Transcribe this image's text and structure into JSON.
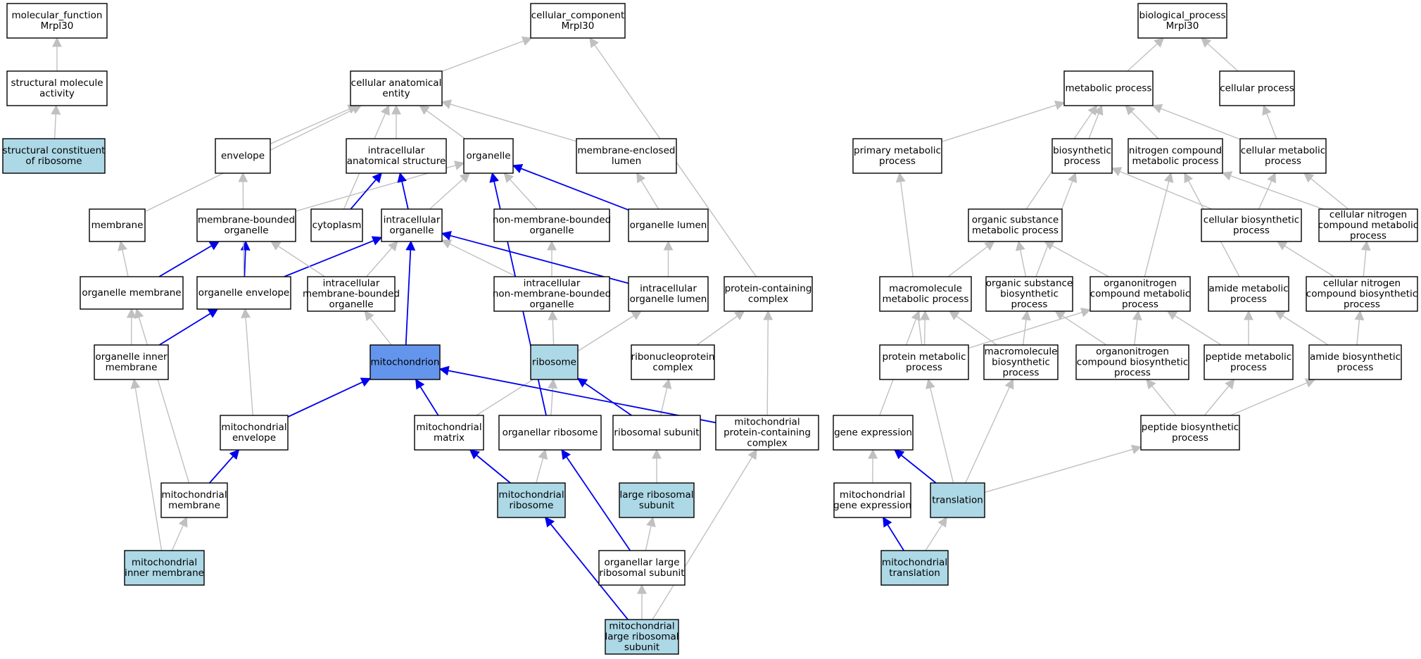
{
  "colors": {
    "default_fill": "#ffffff",
    "leaf_fill": "#add8e6",
    "focus_fill": "#6495ed",
    "edge_gray": "#c0c0c0",
    "edge_blue": "#0000ee"
  },
  "nodes": [
    {
      "id": "mf",
      "lines": [
        "molecular_function",
        "Mrpl30"
      ],
      "kind": "default"
    },
    {
      "id": "sma",
      "lines": [
        "structural molecule",
        "activity"
      ],
      "kind": "default"
    },
    {
      "id": "scr",
      "lines": [
        "structural constituent",
        "of ribosome"
      ],
      "kind": "leaf"
    },
    {
      "id": "cc",
      "lines": [
        "cellular_component",
        "Mrpl30"
      ],
      "kind": "default"
    },
    {
      "id": "cae",
      "lines": [
        "cellular anatomical",
        "entity"
      ],
      "kind": "default"
    },
    {
      "id": "env",
      "lines": [
        "envelope"
      ],
      "kind": "default"
    },
    {
      "id": "ias",
      "lines": [
        "intracellular",
        "anatomical structure"
      ],
      "kind": "default"
    },
    {
      "id": "org",
      "lines": [
        "organelle"
      ],
      "kind": "default"
    },
    {
      "id": "mel",
      "lines": [
        "membrane-enclosed",
        "lumen"
      ],
      "kind": "default"
    },
    {
      "id": "mem",
      "lines": [
        "membrane"
      ],
      "kind": "default"
    },
    {
      "id": "mbo",
      "lines": [
        "membrane-bounded",
        "organelle"
      ],
      "kind": "default"
    },
    {
      "id": "cyt",
      "lines": [
        "cytoplasm"
      ],
      "kind": "default"
    },
    {
      "id": "io",
      "lines": [
        "intracellular",
        "organelle"
      ],
      "kind": "default"
    },
    {
      "id": "nmbo",
      "lines": [
        "non-membrane-bounded",
        "organelle"
      ],
      "kind": "default"
    },
    {
      "id": "ol",
      "lines": [
        "organelle lumen"
      ],
      "kind": "default"
    },
    {
      "id": "om",
      "lines": [
        "organelle membrane"
      ],
      "kind": "default"
    },
    {
      "id": "oe",
      "lines": [
        "organelle envelope"
      ],
      "kind": "default"
    },
    {
      "id": "imbo",
      "lines": [
        "intracellular",
        "membrane-bounded",
        "organelle"
      ],
      "kind": "default"
    },
    {
      "id": "inmbo",
      "lines": [
        "intracellular",
        "non-membrane-bounded",
        "organelle"
      ],
      "kind": "default"
    },
    {
      "id": "iol",
      "lines": [
        "intracellular",
        "organelle lumen"
      ],
      "kind": "default"
    },
    {
      "id": "pcc",
      "lines": [
        "protein-containing",
        "complex"
      ],
      "kind": "default"
    },
    {
      "id": "oim",
      "lines": [
        "organelle inner",
        "membrane"
      ],
      "kind": "default"
    },
    {
      "id": "mito",
      "lines": [
        "mitochondrion"
      ],
      "kind": "focus"
    },
    {
      "id": "ribo",
      "lines": [
        "ribosome"
      ],
      "kind": "leaf"
    },
    {
      "id": "rnp",
      "lines": [
        "ribonucleoprotein",
        "complex"
      ],
      "kind": "default"
    },
    {
      "id": "menv",
      "lines": [
        "mitochondrial",
        "envelope"
      ],
      "kind": "default"
    },
    {
      "id": "mmat",
      "lines": [
        "mitochondrial",
        "matrix"
      ],
      "kind": "default"
    },
    {
      "id": "oribo",
      "lines": [
        "organellar ribosome"
      ],
      "kind": "default"
    },
    {
      "id": "rsub",
      "lines": [
        "ribosomal subunit"
      ],
      "kind": "default"
    },
    {
      "id": "mpcc",
      "lines": [
        "mitochondrial",
        "protein-containing",
        "complex"
      ],
      "kind": "default"
    },
    {
      "id": "mmem",
      "lines": [
        "mitochondrial",
        "membrane"
      ],
      "kind": "default"
    },
    {
      "id": "mribo",
      "lines": [
        "mitochondrial",
        "ribosome"
      ],
      "kind": "leaf"
    },
    {
      "id": "lrs",
      "lines": [
        "large ribosomal",
        "subunit"
      ],
      "kind": "leaf"
    },
    {
      "id": "mim",
      "lines": [
        "mitochondrial",
        "inner membrane"
      ],
      "kind": "leaf"
    },
    {
      "id": "olrs",
      "lines": [
        "organellar large",
        "ribosomal subunit"
      ],
      "kind": "default"
    },
    {
      "id": "mlrs",
      "lines": [
        "mitochondrial",
        "large ribosomal",
        "subunit"
      ],
      "kind": "leaf"
    },
    {
      "id": "bp",
      "lines": [
        "biological_process",
        "Mrpl30"
      ],
      "kind": "default"
    },
    {
      "id": "metp",
      "lines": [
        "metabolic process"
      ],
      "kind": "default"
    },
    {
      "id": "cellp",
      "lines": [
        "cellular process"
      ],
      "kind": "default"
    },
    {
      "id": "pmp",
      "lines": [
        "primary metabolic",
        "process"
      ],
      "kind": "default"
    },
    {
      "id": "biop",
      "lines": [
        "biosynthetic",
        "process"
      ],
      "kind": "default"
    },
    {
      "id": "ncmp",
      "lines": [
        "nitrogen compound",
        "metabolic process"
      ],
      "kind": "default"
    },
    {
      "id": "cmp",
      "lines": [
        "cellular metabolic",
        "process"
      ],
      "kind": "default"
    },
    {
      "id": "osmp",
      "lines": [
        "organic substance",
        "metabolic process"
      ],
      "kind": "default"
    },
    {
      "id": "cbp",
      "lines": [
        "cellular biosynthetic",
        "process"
      ],
      "kind": "default"
    },
    {
      "id": "cncmp",
      "lines": [
        "cellular nitrogen",
        "compound metabolic",
        "process"
      ],
      "kind": "default"
    },
    {
      "id": "macmp",
      "lines": [
        "macromolecule",
        "metabolic process"
      ],
      "kind": "default"
    },
    {
      "id": "osbp",
      "lines": [
        "organic substance",
        "biosynthetic",
        "process"
      ],
      "kind": "default"
    },
    {
      "id": "oncmp",
      "lines": [
        "organonitrogen",
        "compound metabolic",
        "process"
      ],
      "kind": "default"
    },
    {
      "id": "amp",
      "lines": [
        "amide metabolic",
        "process"
      ],
      "kind": "default"
    },
    {
      "id": "cncbp",
      "lines": [
        "cellular nitrogen",
        "compound biosynthetic",
        "process"
      ],
      "kind": "default"
    },
    {
      "id": "protmp",
      "lines": [
        "protein metabolic",
        "process"
      ],
      "kind": "default"
    },
    {
      "id": "macbp",
      "lines": [
        "macromolecule",
        "biosynthetic",
        "process"
      ],
      "kind": "default"
    },
    {
      "id": "oncbp",
      "lines": [
        "organonitrogen",
        "compound biosynthetic",
        "process"
      ],
      "kind": "default"
    },
    {
      "id": "pepmp",
      "lines": [
        "peptide metabolic",
        "process"
      ],
      "kind": "default"
    },
    {
      "id": "abp",
      "lines": [
        "amide biosynthetic",
        "process"
      ],
      "kind": "default"
    },
    {
      "id": "ge",
      "lines": [
        "gene expression"
      ],
      "kind": "default"
    },
    {
      "id": "pepbp",
      "lines": [
        "peptide biosynthetic",
        "process"
      ],
      "kind": "default"
    },
    {
      "id": "mge",
      "lines": [
        "mitochondrial",
        "gene expression"
      ],
      "kind": "default"
    },
    {
      "id": "trans",
      "lines": [
        "translation"
      ],
      "kind": "leaf"
    },
    {
      "id": "mtrans",
      "lines": [
        "mitochondrial",
        "translation"
      ],
      "kind": "leaf"
    }
  ],
  "edges": [
    {
      "from": "sma",
      "to": "mf",
      "color": "gray"
    },
    {
      "from": "scr",
      "to": "sma",
      "color": "gray"
    },
    {
      "from": "cae",
      "to": "cc",
      "color": "gray"
    },
    {
      "from": "pcc",
      "to": "cc",
      "color": "gray"
    },
    {
      "from": "env",
      "to": "cae",
      "color": "gray"
    },
    {
      "from": "ias",
      "to": "cae",
      "color": "gray"
    },
    {
      "from": "org",
      "to": "cae",
      "color": "gray"
    },
    {
      "from": "mel",
      "to": "cae",
      "color": "gray"
    },
    {
      "from": "mem",
      "to": "cae",
      "color": "gray"
    },
    {
      "from": "cyt",
      "to": "cae",
      "color": "gray"
    },
    {
      "from": "mbo",
      "to": "org",
      "color": "gray"
    },
    {
      "from": "io",
      "to": "org",
      "color": "gray"
    },
    {
      "from": "nmbo",
      "to": "org",
      "color": "gray"
    },
    {
      "from": "ol",
      "to": "org",
      "color": "blue"
    },
    {
      "from": "ol",
      "to": "mel",
      "color": "gray"
    },
    {
      "from": "cyt",
      "to": "ias",
      "color": "blue"
    },
    {
      "from": "io",
      "to": "ias",
      "color": "blue"
    },
    {
      "from": "om",
      "to": "mem",
      "color": "gray"
    },
    {
      "from": "om",
      "to": "mbo",
      "color": "blue"
    },
    {
      "from": "oe",
      "to": "mbo",
      "color": "blue"
    },
    {
      "from": "oe",
      "to": "env",
      "color": "gray"
    },
    {
      "from": "oe",
      "to": "io",
      "color": "blue"
    },
    {
      "from": "imbo",
      "to": "mbo",
      "color": "gray"
    },
    {
      "from": "imbo",
      "to": "io",
      "color": "gray"
    },
    {
      "from": "inmbo",
      "to": "io",
      "color": "gray"
    },
    {
      "from": "inmbo",
      "to": "nmbo",
      "color": "gray"
    },
    {
      "from": "iol",
      "to": "io",
      "color": "blue"
    },
    {
      "from": "iol",
      "to": "ol",
      "color": "gray"
    },
    {
      "from": "oim",
      "to": "oe",
      "color": "blue"
    },
    {
      "from": "oim",
      "to": "om",
      "color": "gray"
    },
    {
      "from": "mito",
      "to": "imbo",
      "color": "gray"
    },
    {
      "from": "mito",
      "to": "io",
      "color": "blue"
    },
    {
      "from": "ribo",
      "to": "inmbo",
      "color": "gray"
    },
    {
      "from": "rnp",
      "to": "pcc",
      "color": "gray"
    },
    {
      "from": "menv",
      "to": "mito",
      "color": "blue"
    },
    {
      "from": "menv",
      "to": "oe",
      "color": "gray"
    },
    {
      "from": "mmat",
      "to": "mito",
      "color": "blue"
    },
    {
      "from": "mmat",
      "to": "iol",
      "color": "gray"
    },
    {
      "from": "oribo",
      "to": "ribo",
      "color": "gray"
    },
    {
      "from": "oribo",
      "to": "org",
      "color": "blue"
    },
    {
      "from": "rsub",
      "to": "ribo",
      "color": "blue"
    },
    {
      "from": "rsub",
      "to": "rnp",
      "color": "gray"
    },
    {
      "from": "mpcc",
      "to": "mito",
      "color": "blue"
    },
    {
      "from": "mpcc",
      "to": "pcc",
      "color": "gray"
    },
    {
      "from": "mmem",
      "to": "menv",
      "color": "blue"
    },
    {
      "from": "mmem",
      "to": "om",
      "color": "gray"
    },
    {
      "from": "mribo",
      "to": "mmat",
      "color": "blue"
    },
    {
      "from": "mribo",
      "to": "oribo",
      "color": "gray"
    },
    {
      "from": "lrs",
      "to": "rsub",
      "color": "gray"
    },
    {
      "from": "mim",
      "to": "mmem",
      "color": "gray"
    },
    {
      "from": "mim",
      "to": "oim",
      "color": "gray"
    },
    {
      "from": "olrs",
      "to": "lrs",
      "color": "gray"
    },
    {
      "from": "olrs",
      "to": "oribo",
      "color": "blue"
    },
    {
      "from": "mlrs",
      "to": "olrs",
      "color": "gray"
    },
    {
      "from": "mlrs",
      "to": "mribo",
      "color": "blue"
    },
    {
      "from": "mlrs",
      "to": "mpcc",
      "color": "gray"
    },
    {
      "from": "metp",
      "to": "bp",
      "color": "gray"
    },
    {
      "from": "cellp",
      "to": "bp",
      "color": "gray"
    },
    {
      "from": "pmp",
      "to": "metp",
      "color": "gray"
    },
    {
      "from": "biop",
      "to": "metp",
      "color": "gray"
    },
    {
      "from": "ncmp",
      "to": "metp",
      "color": "gray"
    },
    {
      "from": "cmp",
      "to": "metp",
      "color": "gray"
    },
    {
      "from": "cmp",
      "to": "cellp",
      "color": "gray"
    },
    {
      "from": "osmp",
      "to": "metp",
      "color": "gray"
    },
    {
      "from": "cbp",
      "to": "biop",
      "color": "gray"
    },
    {
      "from": "cbp",
      "to": "cmp",
      "color": "gray"
    },
    {
      "from": "cncmp",
      "to": "ncmp",
      "color": "gray"
    },
    {
      "from": "cncmp",
      "to": "cmp",
      "color": "gray"
    },
    {
      "from": "macmp",
      "to": "osmp",
      "color": "gray"
    },
    {
      "from": "osbp",
      "to": "osmp",
      "color": "gray"
    },
    {
      "from": "osbp",
      "to": "biop",
      "color": "gray"
    },
    {
      "from": "oncmp",
      "to": "osmp",
      "color": "gray"
    },
    {
      "from": "oncmp",
      "to": "ncmp",
      "color": "gray"
    },
    {
      "from": "amp",
      "to": "ncmp",
      "color": "gray"
    },
    {
      "from": "cncbp",
      "to": "cbp",
      "color": "gray"
    },
    {
      "from": "cncbp",
      "to": "cncmp",
      "color": "gray"
    },
    {
      "from": "protmp",
      "to": "macmp",
      "color": "gray"
    },
    {
      "from": "protmp",
      "to": "oncmp",
      "color": "gray"
    },
    {
      "from": "protmp",
      "to": "pmp",
      "color": "gray"
    },
    {
      "from": "macbp",
      "to": "macmp",
      "color": "gray"
    },
    {
      "from": "macbp",
      "to": "osbp",
      "color": "gray"
    },
    {
      "from": "oncbp",
      "to": "oncmp",
      "color": "gray"
    },
    {
      "from": "oncbp",
      "to": "osbp",
      "color": "gray"
    },
    {
      "from": "pepmp",
      "to": "oncmp",
      "color": "gray"
    },
    {
      "from": "pepmp",
      "to": "amp",
      "color": "gray"
    },
    {
      "from": "abp",
      "to": "amp",
      "color": "gray"
    },
    {
      "from": "abp",
      "to": "cncbp",
      "color": "gray"
    },
    {
      "from": "ge",
      "to": "macmp",
      "color": "gray"
    },
    {
      "from": "pepbp",
      "to": "pepmp",
      "color": "gray"
    },
    {
      "from": "pepbp",
      "to": "oncbp",
      "color": "gray"
    },
    {
      "from": "pepbp",
      "to": "abp",
      "color": "gray"
    },
    {
      "from": "mge",
      "to": "ge",
      "color": "gray"
    },
    {
      "from": "trans",
      "to": "ge",
      "color": "blue"
    },
    {
      "from": "trans",
      "to": "pepbp",
      "color": "gray"
    },
    {
      "from": "trans",
      "to": "protmp",
      "color": "gray"
    },
    {
      "from": "trans",
      "to": "macbp",
      "color": "gray"
    },
    {
      "from": "mtrans",
      "to": "mge",
      "color": "blue"
    },
    {
      "from": "mtrans",
      "to": "trans",
      "color": "gray"
    }
  ]
}
